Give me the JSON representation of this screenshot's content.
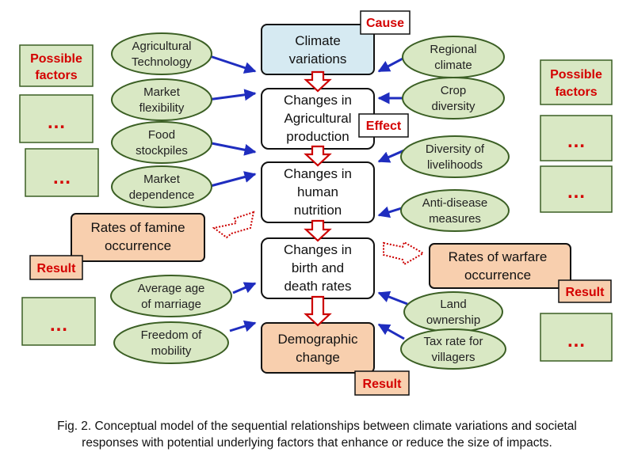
{
  "boxes": {
    "climate": [
      "Climate",
      "variations"
    ],
    "agri": [
      "Changes in",
      "Agricultural",
      "production"
    ],
    "nutrition": [
      "Changes in",
      "human",
      "nutrition"
    ],
    "birth": [
      "Changes in",
      "birth and",
      "death rates"
    ],
    "demographic": [
      "Demographic",
      "change"
    ],
    "famine": [
      "Rates of famine",
      "occurrence"
    ],
    "warfare": [
      "Rates of warfare",
      "occurrence"
    ]
  },
  "tags": {
    "cause": "Cause",
    "effect": "Effect",
    "result": "Result",
    "possible_factors": [
      "Possible",
      "factors"
    ],
    "dots": "…"
  },
  "factors_left": [
    [
      "Agricultural",
      "Technology"
    ],
    [
      "Market",
      "flexibility"
    ],
    [
      "Food",
      "stockpiles"
    ],
    [
      "Market",
      "dependence"
    ],
    [
      "Average age",
      "of marriage"
    ],
    [
      "Freedom of",
      "mobility"
    ]
  ],
  "factors_right": [
    [
      "Regional",
      "climate"
    ],
    [
      "Crop",
      "diversity"
    ],
    [
      "Diversity of",
      "livelihoods"
    ],
    [
      "Anti-disease",
      "measures"
    ],
    [
      "Land",
      "ownership"
    ],
    [
      "Tax rate for",
      "villagers"
    ]
  ],
  "caption": [
    "Fig. 2.  Conceptual model of the sequential relationships between climate variations and societal",
    "responses with potential underlying factors that enhance or reduce the size of impacts."
  ],
  "colors": {
    "ellipse_fill": "#d9e8c4",
    "ellipse_stroke": "#3b5f24",
    "climate_fill": "#d6eaf2",
    "result_fill": "#f8cfae",
    "tag_red": "#d40000",
    "arrow_blue": "#1f2dbf",
    "arrow_red": "#cc0000"
  }
}
